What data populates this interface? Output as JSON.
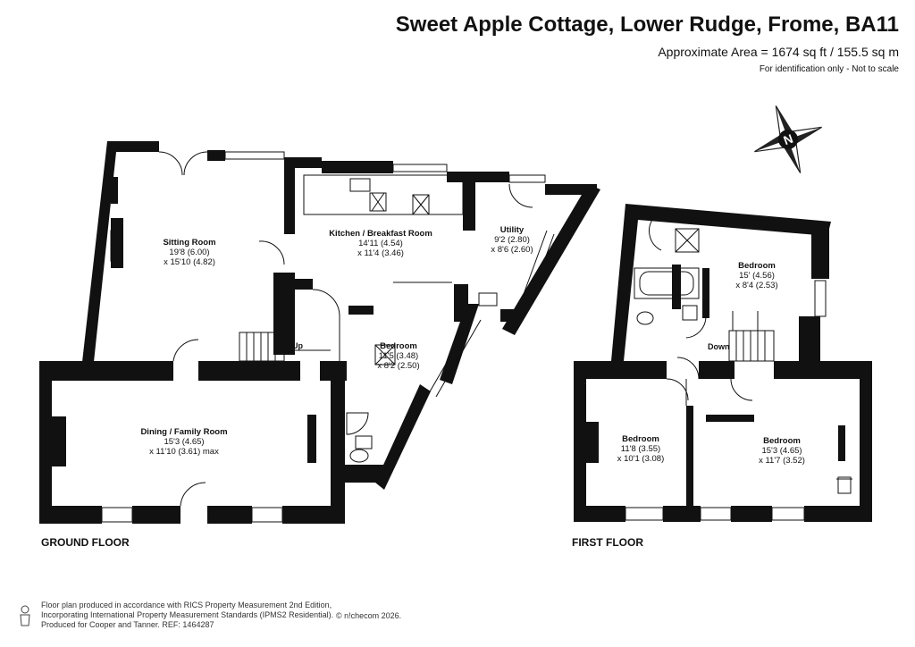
{
  "header": {
    "title": "Sweet Apple Cottage, Lower Rudge, Frome, BA11",
    "area": "Approximate Area = 1674 sq ft / 155.5 sq m",
    "identification": "For identification only - Not to scale"
  },
  "compass": {
    "letter": "N"
  },
  "ground_floor": {
    "label": "GROUND FLOOR",
    "stairs_label": "Up",
    "rooms": [
      {
        "name": "Sitting Room",
        "dim1": "19'8 (6.00)",
        "dim2": "x 15'10 (4.82)"
      },
      {
        "name": "Kitchen / Breakfast Room",
        "dim1": "14'11 (4.54)",
        "dim2": "x 11'4 (3.46)"
      },
      {
        "name": "Utility",
        "dim1": "9'2 (2.80)",
        "dim2": "x 8'6 (2.60)"
      },
      {
        "name": "Bedroom",
        "dim1": "11'5 (3.48)",
        "dim2": "x 8'2 (2.50)"
      },
      {
        "name": "Dining / Family Room",
        "dim1": "15'3 (4.65)",
        "dim2": "x 11'10 (3.61) max"
      }
    ]
  },
  "first_floor": {
    "label": "FIRST FLOOR",
    "stairs_label": "Down",
    "rooms": [
      {
        "name": "Bedroom",
        "dim1": "15' (4.56)",
        "dim2": "x 8'4 (2.53)"
      },
      {
        "name": "Bedroom",
        "dim1": "11'8 (3.55)",
        "dim2": "x 10'1 (3.08)"
      },
      {
        "name": "Bedroom",
        "dim1": "15'3 (4.65)",
        "dim2": "x 11'7 (3.52)"
      }
    ]
  },
  "footer": {
    "line1": "Floor plan produced in accordance with RICS Property Measurement 2nd Edition,",
    "line2": "Incorporating International Property Measurement Standards (IPMS2 Residential).",
    "line3": "Produced for Cooper and Tanner.   REF:  1464287",
    "brand": "© n!checom 2026."
  }
}
